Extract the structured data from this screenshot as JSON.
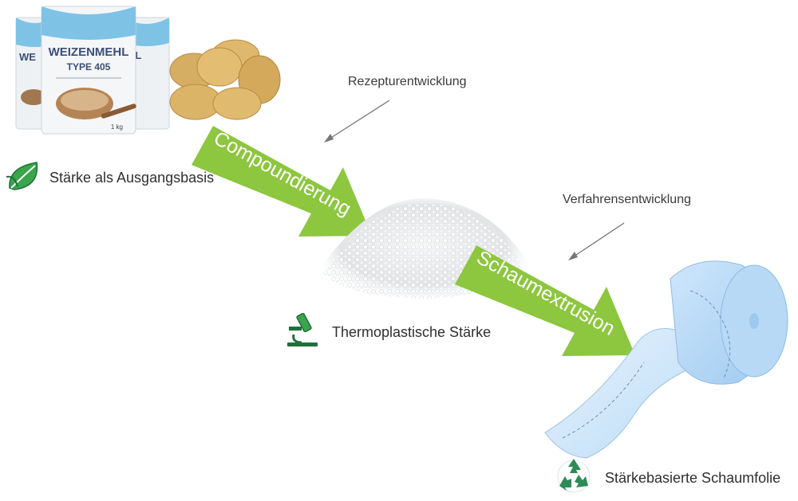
{
  "source": {
    "bag_brand": "WEIZENMEHL",
    "bag_type": "TYPE 405",
    "bag_weight": "1 kg",
    "label": "Stärke als Ausgangsbasis",
    "icon": "leaf-icon"
  },
  "process1": {
    "arrow_label": "Compoundierung",
    "note": "Rezepturentwicklung"
  },
  "intermediate": {
    "label": "Thermoplastische Stärke",
    "icon": "microscope-icon"
  },
  "process2": {
    "arrow_label": "Schaumextrusion",
    "note": "Verfahrensentwicklung"
  },
  "product": {
    "label": "Stärkebasierte Schaumfolie",
    "icon": "recycle-icon"
  },
  "colors": {
    "arrow_green": "#8dc63f",
    "icon_green": "#2e8b57",
    "foam_blue": "#a9d3f5",
    "text": "#2f2f2f"
  }
}
